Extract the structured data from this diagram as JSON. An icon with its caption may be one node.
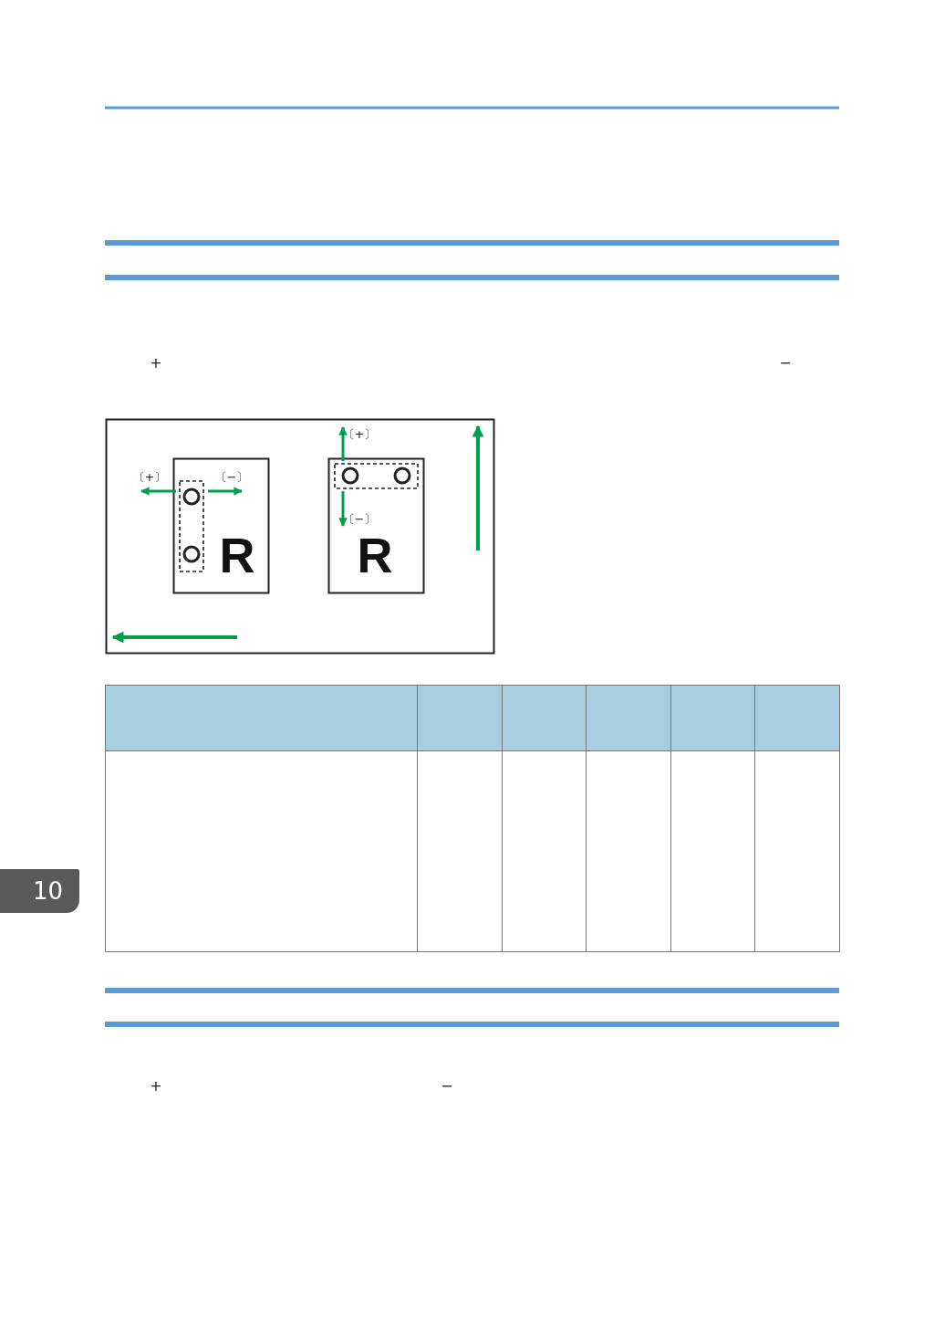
{
  "diagram": {
    "labels": [
      "+",
      "−",
      "〔+〕",
      "〔+〕",
      "〔−〕",
      "〔−〕",
      "R",
      "R",
      "10",
      "+",
      "−"
    ]
  }
}
